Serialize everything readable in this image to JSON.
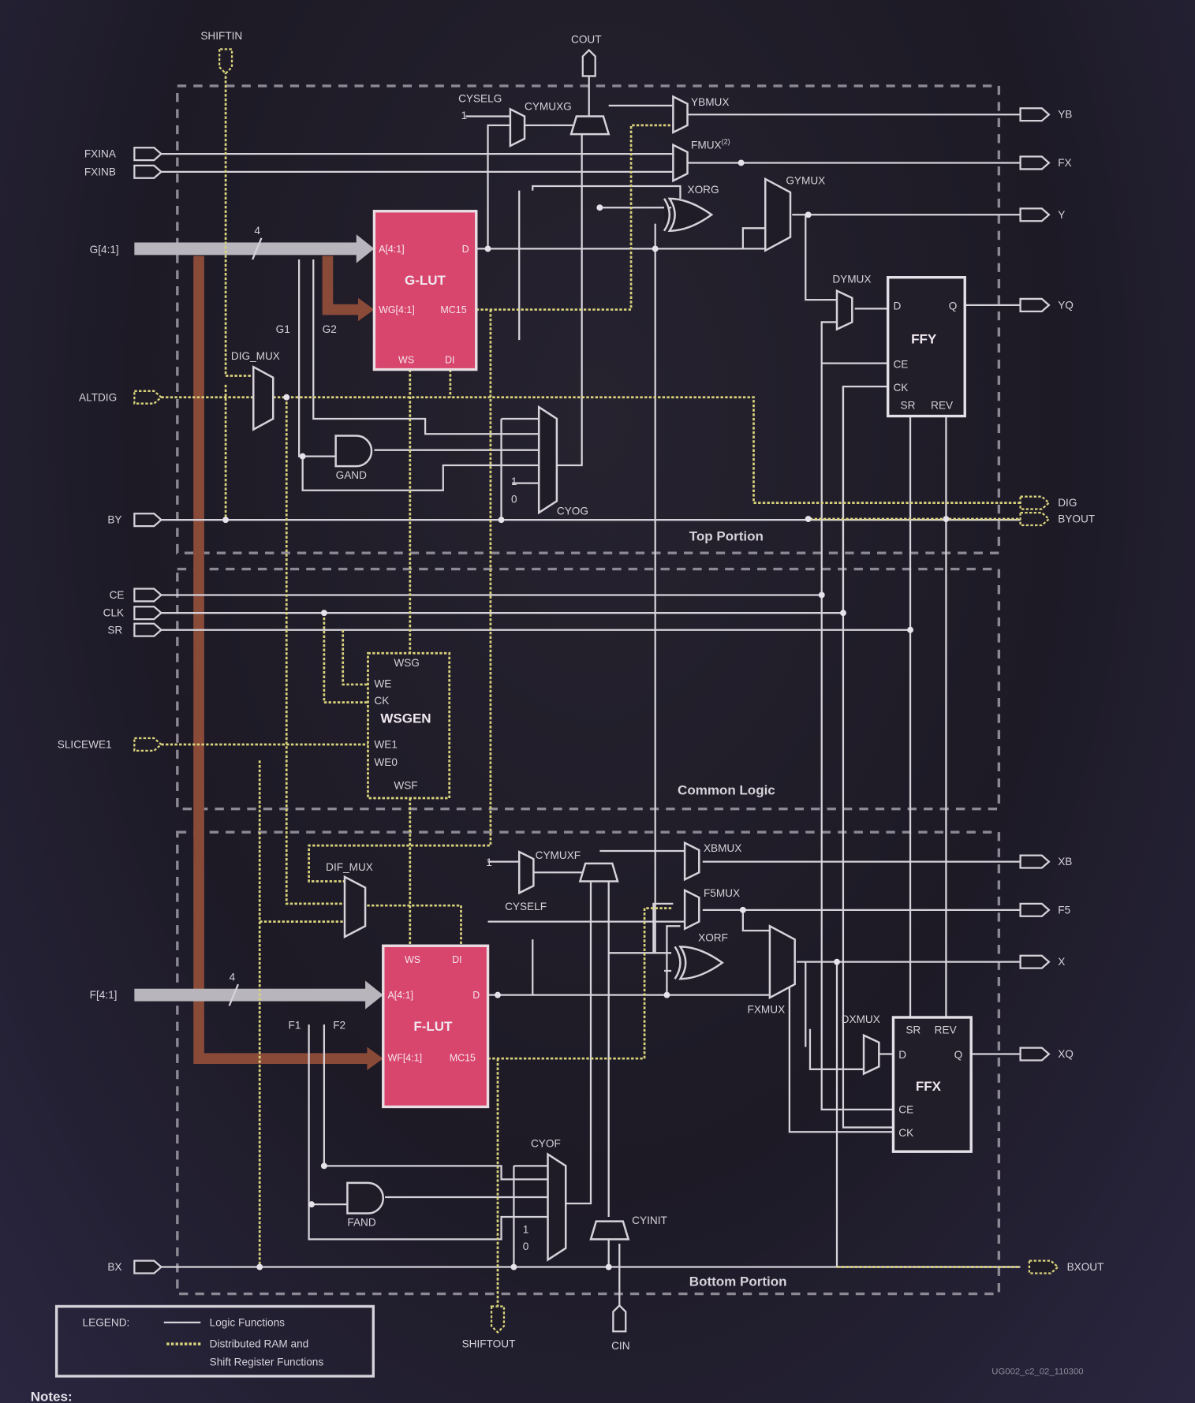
{
  "inputs": {
    "shiftin": "SHIFTIN",
    "fxina": "FXINA",
    "fxinb": "FXINB",
    "g": "G[4:1]",
    "altdig": "ALTDIG",
    "by": "BY",
    "ce": "CE",
    "clk": "CLK",
    "sr": "SR",
    "slicewe1": "SLICEWE1",
    "f": "F[4:1]",
    "bx": "BX",
    "cin": "CIN"
  },
  "outputs": {
    "cout": "COUT",
    "yb": "YB",
    "fx": "FX",
    "y": "Y",
    "yq": "YQ",
    "dig": "DIG",
    "byout": "BYOUT",
    "xb": "XB",
    "f5": "F5",
    "x": "X",
    "xq": "XQ",
    "bxout": "BXOUT",
    "shiftout": "SHIFTOUT"
  },
  "top": {
    "section": "Top Portion",
    "cyselg": "CYSELG",
    "cymuxg": "CYMUXG",
    "ybmux": "YBMUX",
    "fmux": "FMUX",
    "fmux_note": "(2)",
    "xorg": "XORG",
    "gymux": "GYMUX",
    "dymux": "DYMUX",
    "ffy": {
      "name": "FFY",
      "d": "D",
      "q": "Q",
      "ce": "CE",
      "ck": "CK",
      "sr": "SR",
      "rev": "REV"
    },
    "glut": {
      "name": "G-LUT",
      "a": "A[4:1]",
      "d": "D",
      "wg": "WG[4:1]",
      "mc15": "MC15",
      "ws": "WS",
      "di": "DI"
    },
    "bus_width": "4",
    "g1": "G1",
    "g2": "G2",
    "dig_mux": "DIG_MUX",
    "gand": "GAND",
    "cyog": "CYOG",
    "one": "1",
    "zero": "0"
  },
  "common": {
    "section": "Common Logic",
    "wsgen": {
      "name": "WSGEN",
      "wsg": "WSG",
      "we": "WE",
      "ck": "CK",
      "we1": "WE1",
      "we0": "WE0",
      "wsf": "WSF"
    }
  },
  "bottom": {
    "section": "Bottom Portion",
    "cymuxf": "CYMUXF",
    "cyself": "CYSELF",
    "xbmux": "XBMUX",
    "f5mux": "F5MUX",
    "xorf": "XORF",
    "fxmux": "FXMUX",
    "dxmux": "DXMUX",
    "dif_mux": "DIF_MUX",
    "ffx": {
      "name": "FFX",
      "d": "D",
      "q": "Q",
      "ce": "CE",
      "ck": "CK",
      "sr": "SR",
      "rev": "REV"
    },
    "flut": {
      "name": "F-LUT",
      "a": "A[4:1]",
      "d": "D",
      "wf": "WF[4:1]",
      "mc15": "MC15",
      "ws": "WS",
      "di": "DI"
    },
    "bus_width": "4",
    "f1": "F1",
    "f2": "F2",
    "fand": "FAND",
    "cyof": "CYOF",
    "cyinit": "CYINIT",
    "one": "1",
    "zero": "0"
  },
  "legend": {
    "title": "LEGEND:",
    "logic": "Logic Functions",
    "ram_line1": "Distributed RAM and",
    "ram_line2": "Shift Register Functions"
  },
  "figure_id": "UG002_c2_02_110300",
  "notes": "Notes:",
  "colors": {
    "background": "#1f1c28",
    "wire": "#d6d2da",
    "ram_wire": "#d9d37c",
    "lut": "#d8456d",
    "g_bus": "#b8b6bc",
    "wg_bus": "#8a4a38"
  }
}
